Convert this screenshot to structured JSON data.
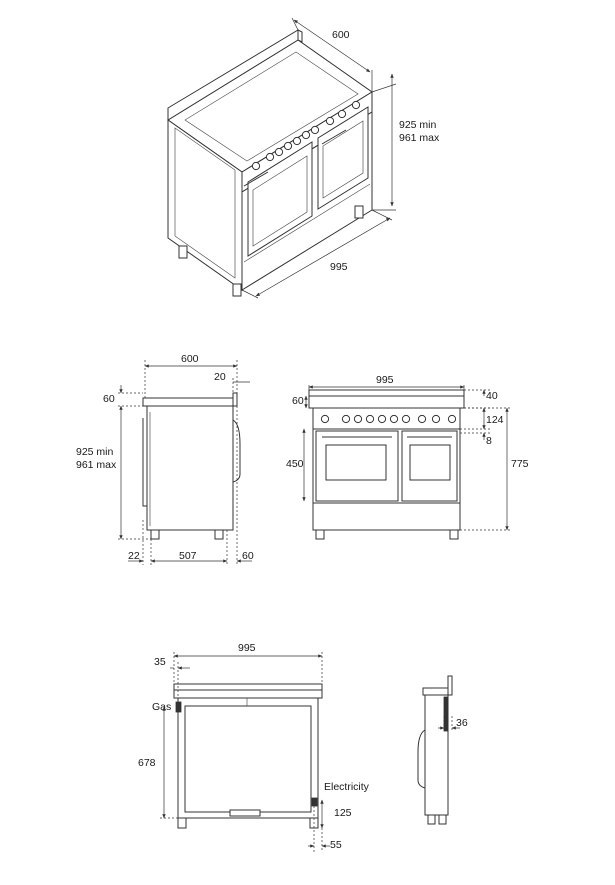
{
  "iso_view": {
    "depth": "600",
    "height_min": "925 min",
    "height_max": "961 max",
    "width": "995"
  },
  "side_view": {
    "depth": "600",
    "top_overhang": "20",
    "worktop": "60",
    "height_min": "925 min",
    "height_max": "961 max",
    "rear_gap": "22",
    "body_depth": "507",
    "front_depth": "60"
  },
  "front_view": {
    "width": "995",
    "worktop": "60",
    "backguard": "40",
    "panel": "124",
    "gap": "8",
    "oven_height": "450",
    "total_height": "775"
  },
  "rear_view": {
    "width": "995",
    "side_offset": "35",
    "gas_label": "Gas",
    "gas_height": "678",
    "electricity_label": "Electricity",
    "electricity_height": "125",
    "electricity_offset": "55"
  },
  "rear_side_view": {
    "gas_depth": "36"
  }
}
